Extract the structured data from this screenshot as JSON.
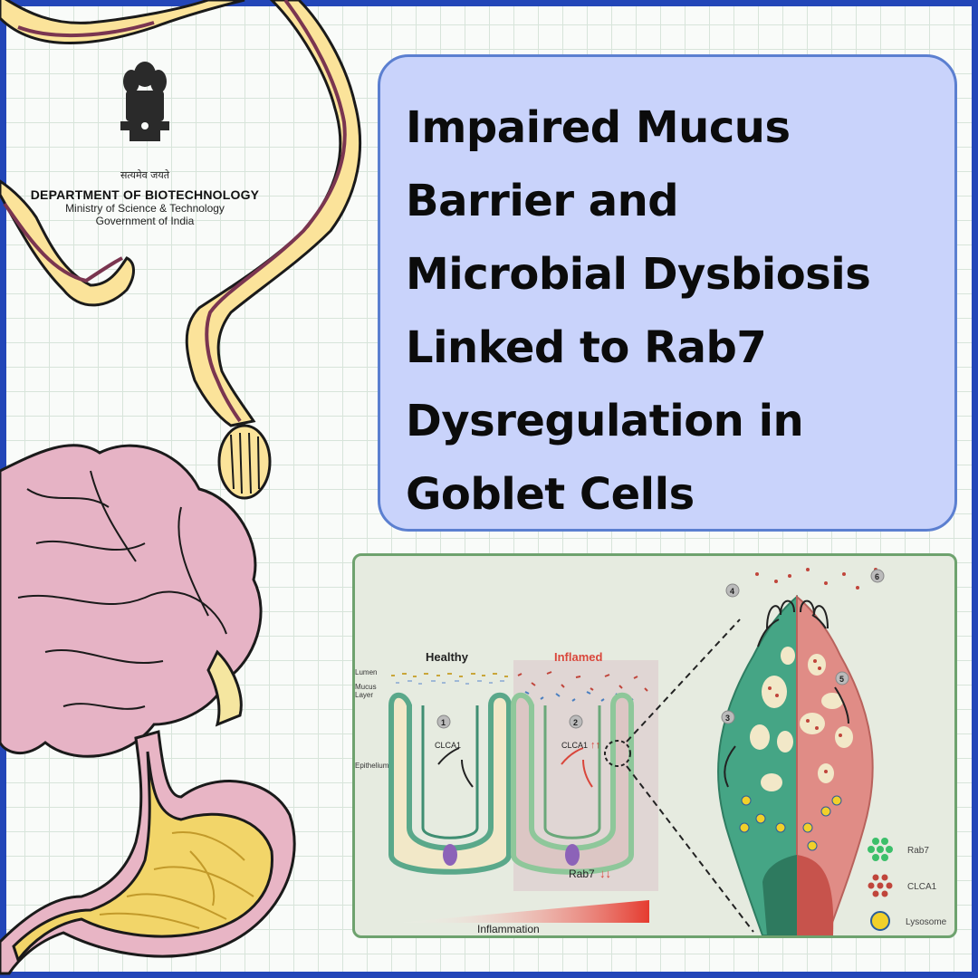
{
  "logo": {
    "motto": "सत्यमेव जयते",
    "department": "DEPARTMENT OF BIOTECHNOLOGY",
    "ministry": "Ministry of Science & Technology",
    "government": "Government of India"
  },
  "title": {
    "lines": [
      "Impaired Mucus",
      "Barrier and",
      "Microbial Dysbiosis",
      "Linked to Rab7",
      "Dysregulation in",
      "Goblet Cells"
    ]
  },
  "diagram": {
    "healthy_label": "Healthy",
    "inflamed_label": "Inflamed",
    "layer_labels": {
      "lumen": "Lumen",
      "mucus_line1": "Mucus",
      "mucus_line2": "Layer",
      "epithelium": "Epithelium"
    },
    "clca1_label": "CLCA1",
    "rab7_label": "Rab7",
    "arrows_up": "↑↑",
    "arrows_down": "↓↓",
    "steps": [
      "1",
      "2",
      "3",
      "4",
      "5",
      "6"
    ],
    "gradient_label": "Inflammation",
    "legend": [
      {
        "label": "Rab7",
        "color": "#3cbf6a"
      },
      {
        "label": "CLCA1",
        "color": "#c0453b"
      },
      {
        "label": "Lysosome",
        "color": "#f1d02a"
      }
    ]
  },
  "colors": {
    "frame": "#2346b8",
    "title_card_bg": "#c9d3fb",
    "healthy": "#5aa88a",
    "inflamed": "#e08c86",
    "inflamed_text": "#d9463b"
  }
}
